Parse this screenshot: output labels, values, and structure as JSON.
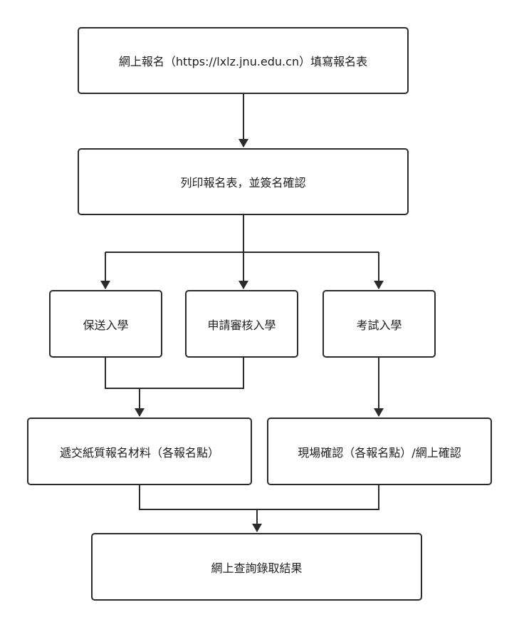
{
  "diagram": {
    "type": "flowchart",
    "colors": {
      "stroke": "#2b2b2b",
      "text": "#1f1f1f",
      "background": "#ffffff"
    },
    "nodes": [
      {
        "id": "n1",
        "label": "網上報名（https://lxlz.jnu.edu.cn）填寫報名表"
      },
      {
        "id": "n2",
        "label": "列印報名表，並簽名確認"
      },
      {
        "id": "n3",
        "label": "保送入學"
      },
      {
        "id": "n4",
        "label": "申請審核入學"
      },
      {
        "id": "n5",
        "label": "考試入學"
      },
      {
        "id": "n6",
        "label": "遞交紙質報名材料（各報名點）"
      },
      {
        "id": "n7",
        "label": "現場確認（各報名點）/網上確認"
      },
      {
        "id": "n8",
        "label": "網上查詢錄取結果"
      }
    ],
    "edges": [
      {
        "from": "n1",
        "to": "n2"
      },
      {
        "from": "n2",
        "to": "n3"
      },
      {
        "from": "n2",
        "to": "n4"
      },
      {
        "from": "n2",
        "to": "n5"
      },
      {
        "from": "n3",
        "to": "n6"
      },
      {
        "from": "n4",
        "to": "n6"
      },
      {
        "from": "n5",
        "to": "n7"
      },
      {
        "from": "n6",
        "to": "n8"
      },
      {
        "from": "n7",
        "to": "n8"
      }
    ]
  }
}
